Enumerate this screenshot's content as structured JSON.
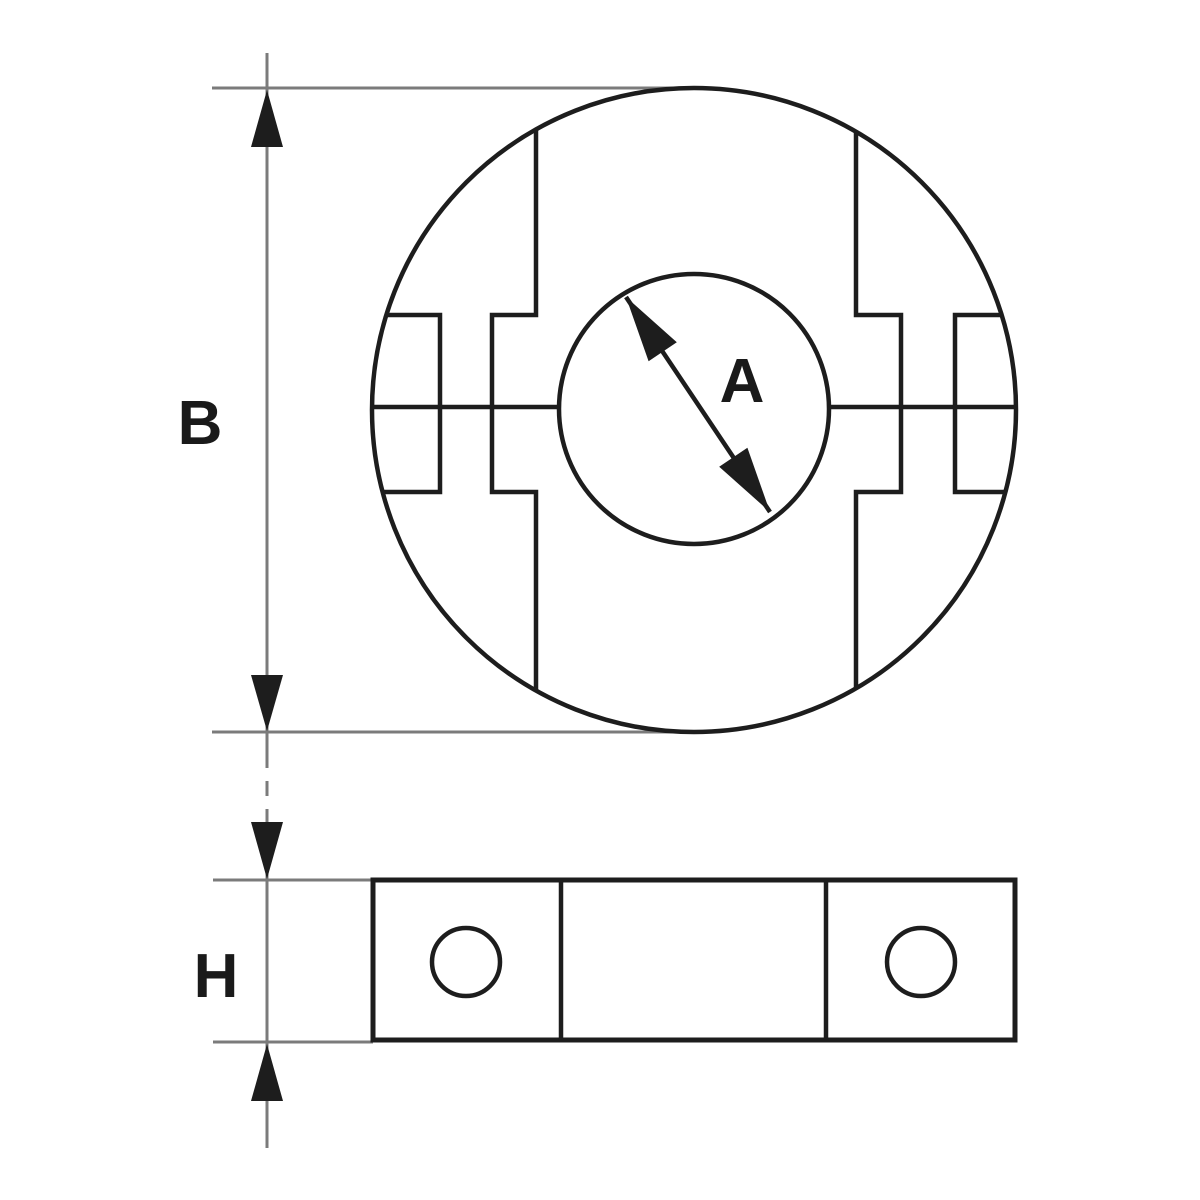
{
  "diagram": {
    "kind": "technical-dimension-drawing",
    "labels": {
      "bore_diameter": "A",
      "outer_diameter": "B",
      "height": "H"
    },
    "colors": {
      "background": "#ffffff",
      "geometry_line": "#1d1d1d",
      "dimension_line": "#7b7b7b",
      "arrowhead": "#1d1d1d",
      "label_text": "#1a1a1a"
    }
  }
}
